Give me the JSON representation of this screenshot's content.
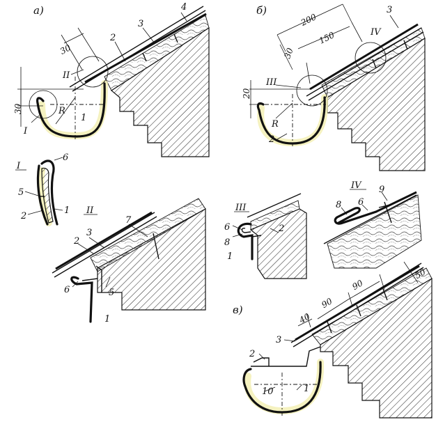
{
  "views": {
    "a": {
      "heading": "а)",
      "dims": [
        "30",
        "30"
      ],
      "parts": [
        "1",
        "2",
        "3",
        "4"
      ],
      "detail_marks": [
        "I",
        "II"
      ],
      "radius": "R"
    },
    "b": {
      "heading": "б)",
      "dims": [
        "200",
        "150",
        "30",
        "20"
      ],
      "parts": [
        "2",
        "3"
      ],
      "detail_marks": [
        "III",
        "IV"
      ],
      "radius": "R"
    },
    "c": {
      "heading": "в)",
      "dims": [
        "40",
        "90",
        "90",
        "50"
      ],
      "parts": [
        "1",
        "2",
        "3",
        "10"
      ]
    }
  },
  "details": {
    "I": {
      "mark": "I",
      "parts": [
        "6",
        "5",
        "2",
        "1"
      ]
    },
    "II": {
      "mark": "II",
      "parts": [
        "7",
        "3",
        "2",
        "6",
        "5",
        "1"
      ]
    },
    "III": {
      "mark": "III",
      "parts": [
        "6",
        "8",
        "1",
        "2"
      ]
    },
    "IV": {
      "mark": "IV",
      "parts": [
        "8",
        "6",
        "9"
      ]
    }
  }
}
